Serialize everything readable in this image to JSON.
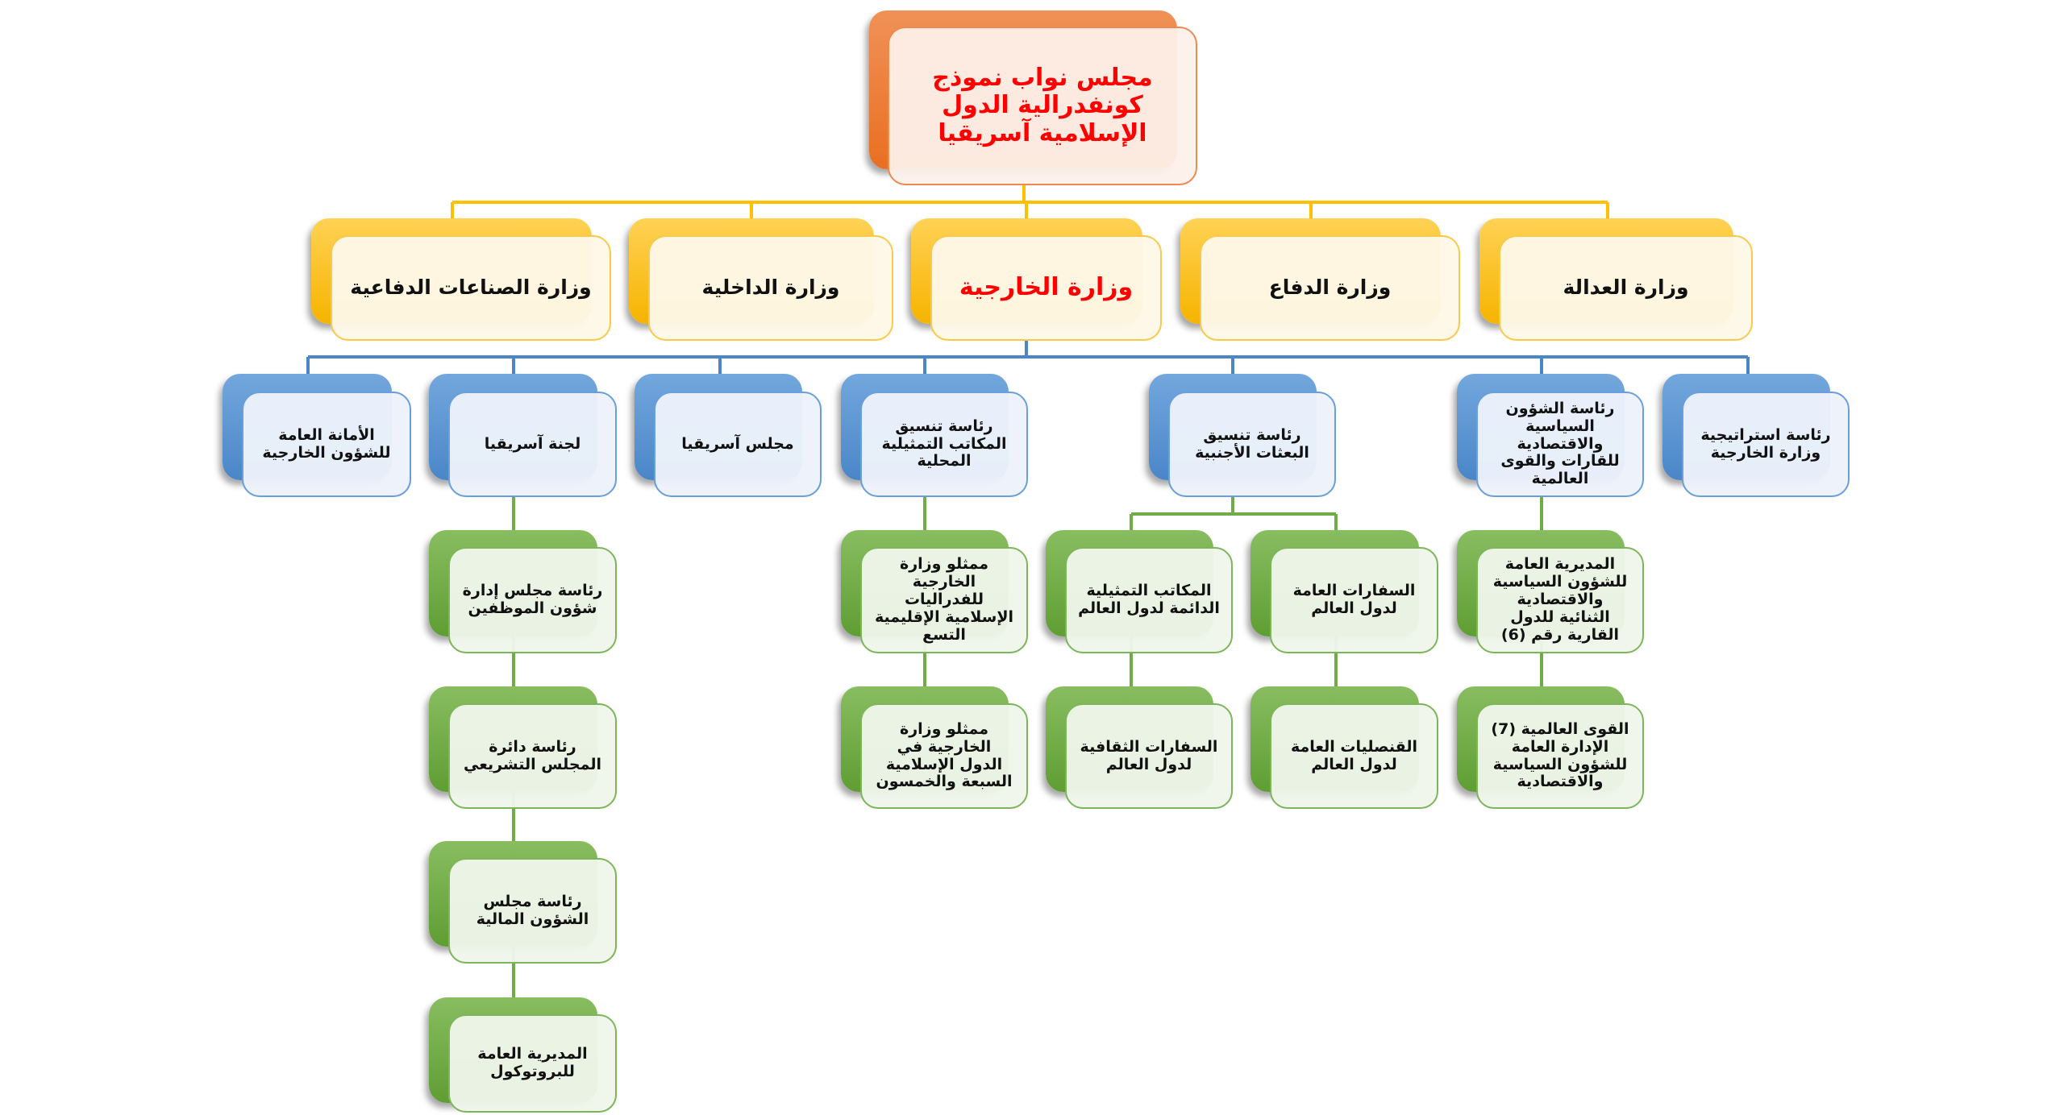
{
  "root": {
    "title": "مجلس نواب نموذج كونفدرالية الدول الإسلامية آسريقيا"
  },
  "ministries": [
    {
      "label": "وزارة العدالة"
    },
    {
      "label": "وزارة الدفاع"
    },
    {
      "label": "وزارة الخارجية"
    },
    {
      "label": "وزارة الداخلية"
    },
    {
      "label": "وزارة الصناعات الدفاعية"
    }
  ],
  "departments": [
    {
      "label": "رئاسة استراتيجية وزارة الخارجية"
    },
    {
      "label": "رئاسة الشؤون السياسية والاقتصادية للقارات والقوى العالمية"
    },
    {
      "label": "رئاسة تنسيق البعثات الأجنبية"
    },
    {
      "label": "رئاسة تنسيق المكاتب التمثيلية المحلية"
    },
    {
      "label": "مجلس آسريقيا"
    },
    {
      "label": "لجنة آسريقيا"
    },
    {
      "label": "الأمانة العامة للشؤون الخارجية"
    }
  ],
  "sub_units": {
    "political": [
      "المديرية العامة للشؤون السياسية والاقتصادية الثنائية للدول القارية رقم (6)",
      "القوى العالمية (7) الإدارة العامة للشؤون السياسية والاقتصادية"
    ],
    "missions_right": [
      "السفارات العامة لدول العالم",
      "القنصليات العامة لدول العالم"
    ],
    "missions_left": [
      "المكاتب التمثيلية الدائمة لدول العالم",
      "السفارات الثقافية لدول العالم"
    ],
    "local_offices": [
      "ممثلو وزارة الخارجية للفدراليات الإسلامية الإقليمية التسع",
      "ممثلو وزارة الخارجية في الدول الإسلامية السبعة والخمسون"
    ],
    "committee": [
      "رئاسة مجلس إدارة شؤون الموظفين",
      "رئاسة دائرة المجلس التشريعي",
      "رئاسة مجلس الشؤون المالية",
      "المديرية العامة للبروتوكول"
    ]
  },
  "colors": {
    "root": "#e86f22",
    "ministry": "#f6b400",
    "department": "#4a86c8",
    "unit": "#5f9e33",
    "highlight": "#ff0000"
  }
}
